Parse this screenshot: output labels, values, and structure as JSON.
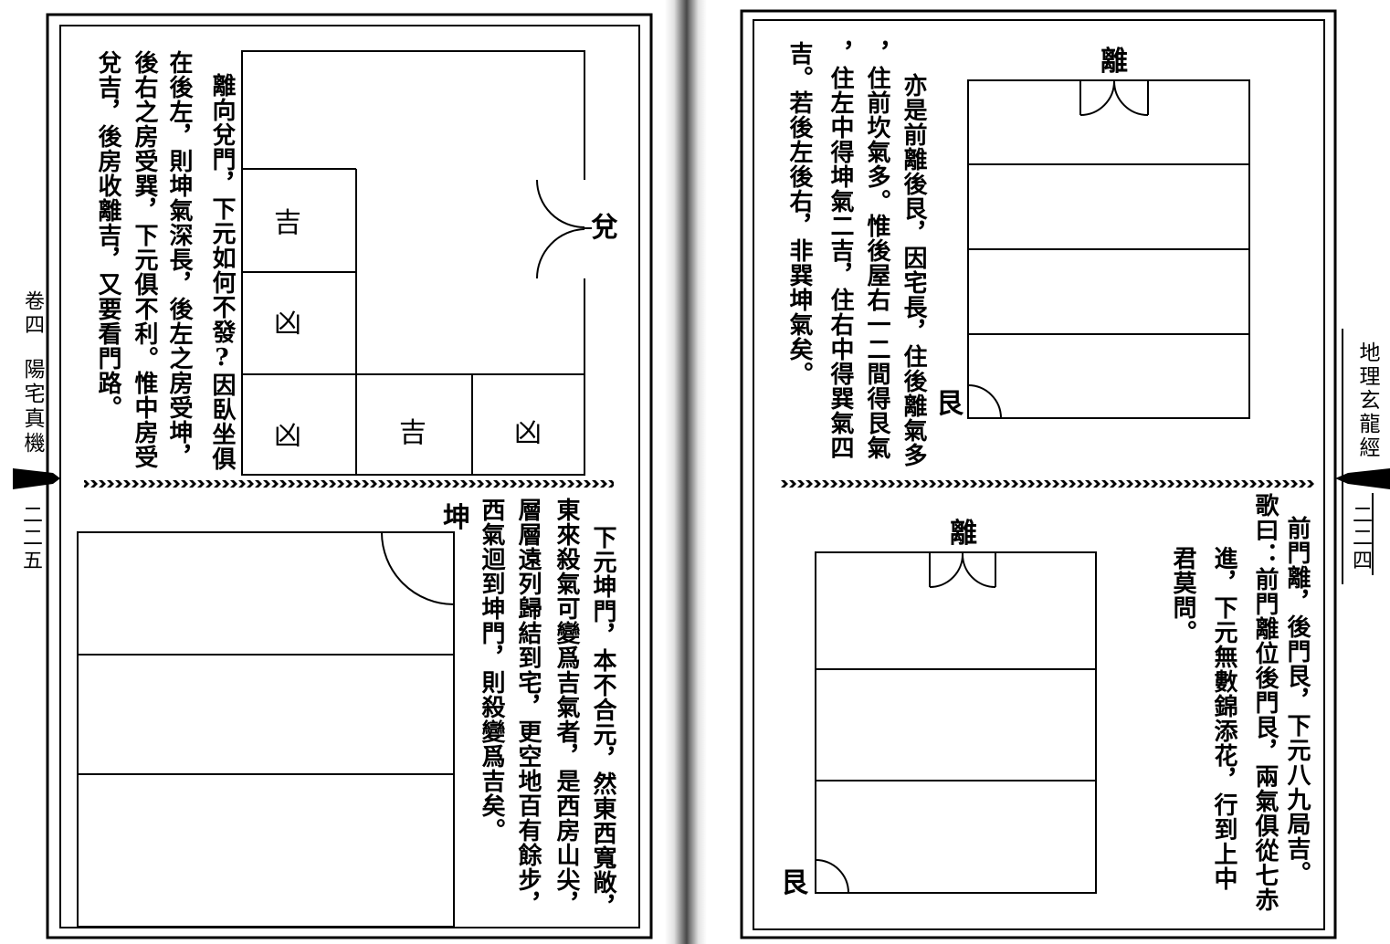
{
  "left_page": {
    "margin": {
      "volume": "卷四",
      "section_title": "陽宅真機",
      "page_number": "二二五"
    },
    "upper_section": {
      "text_columns": [
        "離向兌門，下元如何不發?因臥坐俱",
        "在後左，則坤氣深長，後左之房受坤，",
        "後右之房受巽，下元俱不利。惟中房受",
        "兌吉，後房收離吉，又要看門路。"
      ],
      "diagram": {
        "door_label": "兌",
        "rooms": {
          "left_upper": "吉",
          "left_middle": "凶",
          "left_lower": "凶",
          "bottom_middle": "吉",
          "bottom_right": "凶"
        }
      }
    },
    "lower_section": {
      "text_columns": [
        "下元坤門，本不合元，然東西寬敞，",
        "東來殺氣可變爲吉氣者，是西房山尖，",
        "層層遠列歸結到宅，更空地百有餘步，",
        "西氣迴到坤門，則殺變爲吉矣。"
      ],
      "diagram": {
        "door_label": "坤"
      }
    }
  },
  "right_page": {
    "margin": {
      "book_title": "地理玄龍經",
      "page_number": "二二四"
    },
    "upper_section": {
      "text_columns": [
        "亦是前離後艮，因宅長，住後離氣多",
        "，住前坎氣多。惟後屋右一二間得艮氣",
        "，住左中得坤氣二吉，住右中得巽氣四",
        "吉。若後左後右，非巽坤氣矣。"
      ],
      "diagram": {
        "front_door_label": "離",
        "back_door_label": "艮"
      }
    },
    "lower_section": {
      "text_columns": [
        "前門離，後門艮，下元八九局吉。",
        "歌曰：前門離位後門艮，兩氣俱從七赤",
        "進，下元無數錦添花，行到上中",
        "君莫問。"
      ],
      "diagram": {
        "front_door_label": "離",
        "back_door_label": "艮"
      }
    }
  },
  "colors": {
    "ink": "#000000",
    "paper": "#ffffff"
  }
}
